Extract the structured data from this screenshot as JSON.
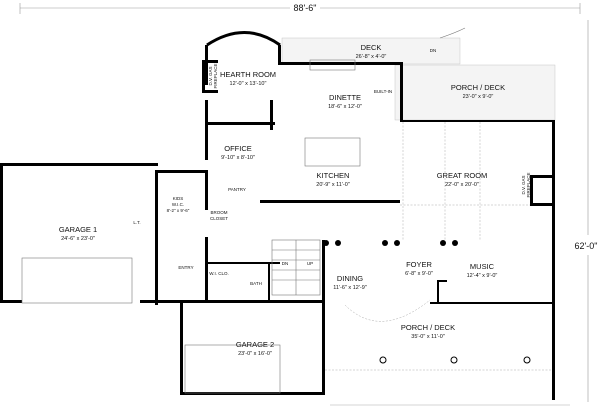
{
  "dimensions": {
    "width": "88'-6\"",
    "depth": "62'-0\""
  },
  "rooms": {
    "deck": {
      "name": "DECK",
      "size": "26'-8\" x 4'-0\"",
      "stairs": "DN"
    },
    "hearth_room": {
      "name": "HEARTH ROOM",
      "size": "12'-0\" x 13'-10\""
    },
    "hearth_fireplace": {
      "line1": "D.V. GAS",
      "line2": "FIREPLACE"
    },
    "dinette": {
      "name": "DINETTE",
      "size": "18'-6\" x 12'-0\""
    },
    "built_in": {
      "name": "BUILT-IN"
    },
    "porch_deck_rear": {
      "name": "PORCH / DECK",
      "size": "23'-0\" x 9'-0\""
    },
    "office": {
      "name": "OFFICE",
      "size": "9'-10\" x 8'-10\""
    },
    "kitchen": {
      "name": "KITCHEN",
      "size": "20'-9\" x 11'-0\""
    },
    "pantry": {
      "name": "PANTRY"
    },
    "great_room": {
      "name": "GREAT ROOM",
      "size": "22'-0\" x 20'-0\""
    },
    "great_fireplace": {
      "line1": "D.V. GAS",
      "line2": "FIREPLACE"
    },
    "garage1": {
      "name": "GARAGE 1",
      "size": "24'-6\" x 23'-0\""
    },
    "kids_wic": {
      "line1": "KIDS",
      "line2": "W.I.C.",
      "size": "8'-2\" x 9'-6\""
    },
    "broom_closet": {
      "line1": "BROOM",
      "line2": "CLOSET"
    },
    "lt": {
      "name": "L.T."
    },
    "entry": {
      "name": "ENTRY"
    },
    "wclo": {
      "name": "W.I. CLO."
    },
    "bath": {
      "name": "BATH"
    },
    "stairs": {
      "down": "DN",
      "up": "UP"
    },
    "dining": {
      "name": "DINING",
      "size": "11'-6\" x 12'-9\""
    },
    "foyer": {
      "name": "FOYER",
      "size": "6'-8\" x 9'-0\""
    },
    "music": {
      "name": "MUSIC",
      "size": "12'-4\" x 9'-0\""
    },
    "porch_deck_front": {
      "name": "PORCH / DECK",
      "size": "35'-0\" x 11'-0\""
    },
    "garage2": {
      "name": "GARAGE 2",
      "size": "23'-0\" x 16'-0\""
    }
  }
}
